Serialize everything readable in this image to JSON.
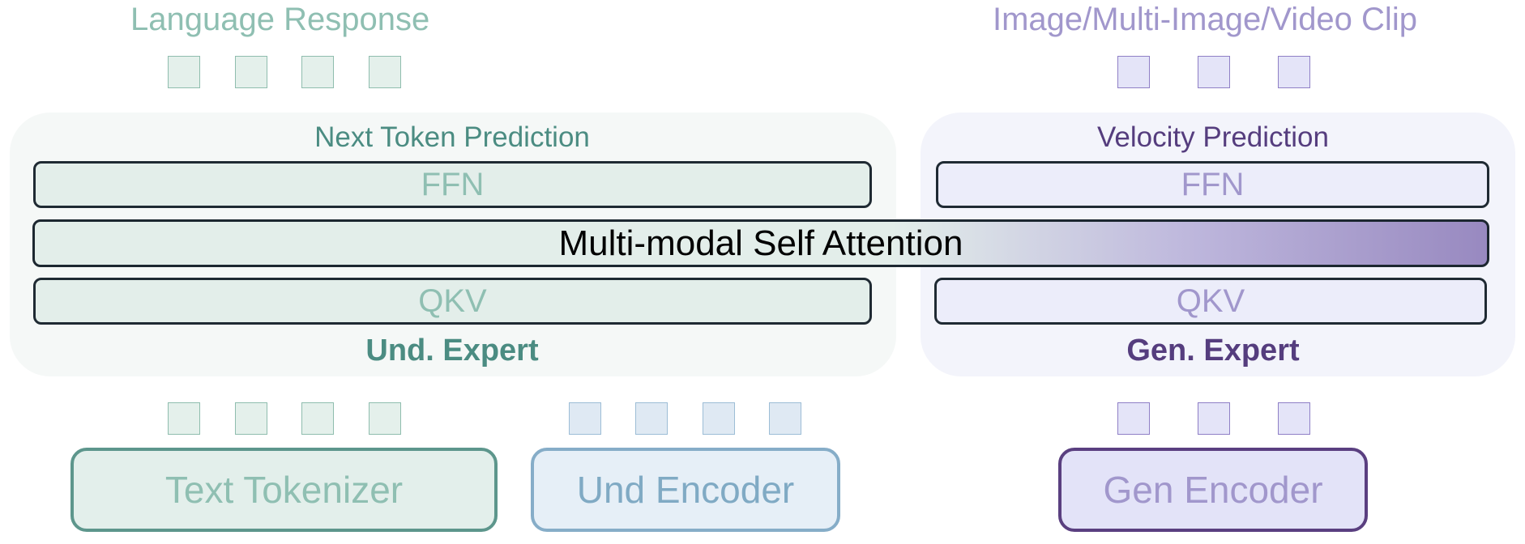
{
  "captions": {
    "language_response": "Language Response",
    "generation_output": "Image/Multi-Image/Video Clip"
  },
  "und_expert": {
    "head": "Next Token Prediction",
    "ffn": "FFN",
    "qkv": "QKV",
    "label": "Und. Expert"
  },
  "gen_expert": {
    "head": "Velocity Prediction",
    "ffn": "FFN",
    "qkv": "QKV",
    "label": "Gen. Expert"
  },
  "shared": {
    "attention": "Multi-modal Self Attention"
  },
  "encoders": {
    "text": "Text Tokenizer",
    "und": "Und Encoder",
    "gen": "Gen Encoder"
  },
  "tokens": {
    "output_text_count": 4,
    "output_gen_count": 3,
    "input_text_count": 4,
    "input_und_count": 4,
    "input_gen_count": 3
  },
  "colors": {
    "understanding": "#4b8c82",
    "understanding_light": "#8fbfb2",
    "understanding_encoder": "#80aac4",
    "generation": "#553d7e",
    "generation_light": "#a197cc"
  }
}
